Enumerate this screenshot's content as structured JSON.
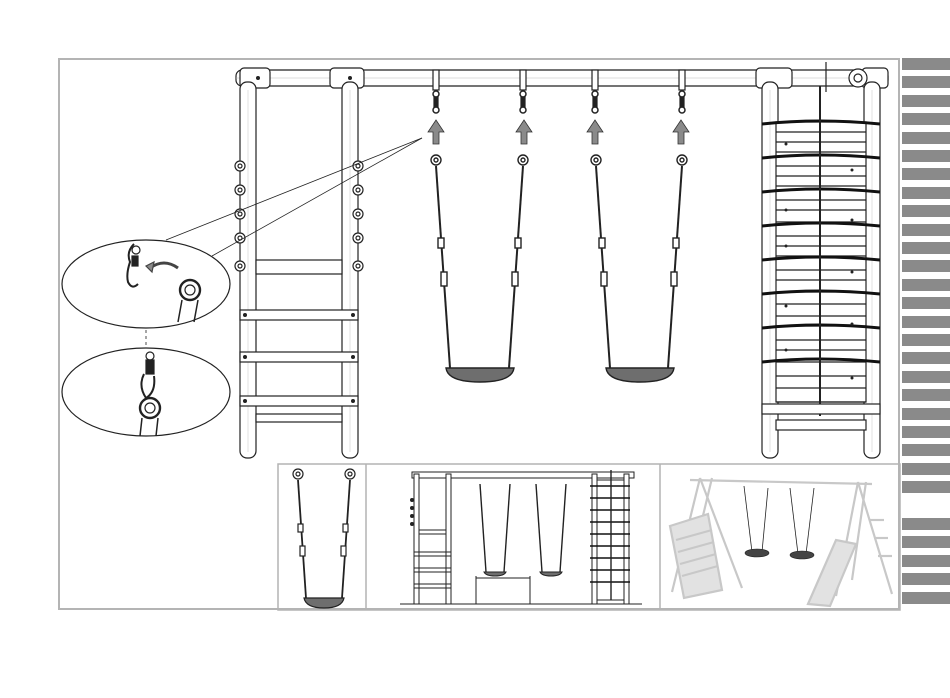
{
  "page": {
    "sections": [
      "main-assembly",
      "swing-detail",
      "front-view",
      "perspective-view"
    ]
  },
  "side_tabs": {
    "count": 30,
    "active_index": 24
  },
  "colors": {
    "frame_border": "#b4b4b4",
    "line": "#222222",
    "tab": "#8a8a8a",
    "tab_active": "#ffffff",
    "arrow": "#8a8a8a",
    "seat": "#6e6e6e",
    "perspective": "#c8c8c8"
  },
  "icons": {
    "arrow": "up-arrow-icon",
    "hook": "carabiner-hook-icon",
    "ring": "chain-ring-icon"
  }
}
